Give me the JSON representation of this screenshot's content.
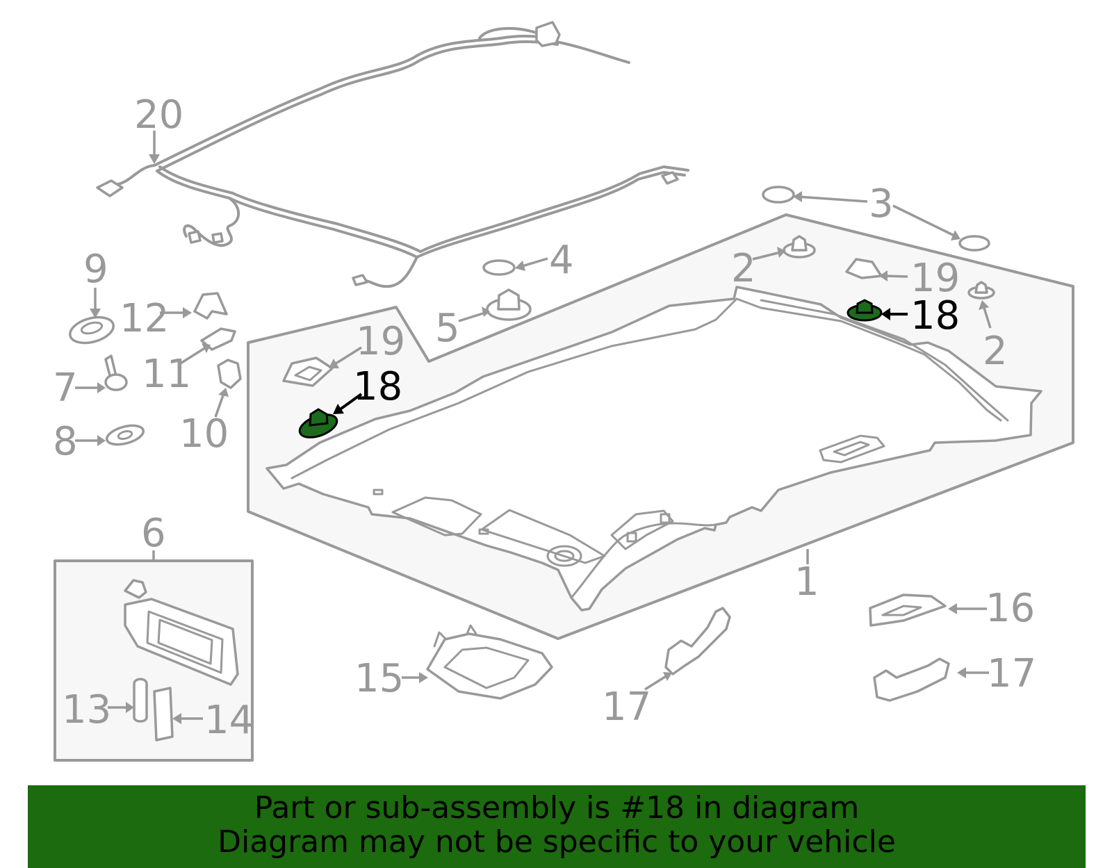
{
  "callouts": {
    "c20": "20",
    "c3": "3",
    "c4": "4",
    "c9": "9",
    "c12": "12",
    "c2a": "2",
    "c19a": "19",
    "c18a": "18",
    "c2b": "2",
    "c5": "5",
    "c19b": "19",
    "c18b": "18",
    "c7": "7",
    "c11": "11",
    "c8": "8",
    "c10": "10",
    "c6": "6",
    "c1": "1",
    "c16": "16",
    "c15": "15",
    "c17a": "17",
    "c17b": "17",
    "c13": "13",
    "c14": "14"
  },
  "highlight_color": "#1c6b1c",
  "banner": {
    "line1": "Part or sub-assembly is #18 in diagram",
    "line2": "Diagram may not be specific to your vehicle",
    "color": "#1c6b0f"
  }
}
